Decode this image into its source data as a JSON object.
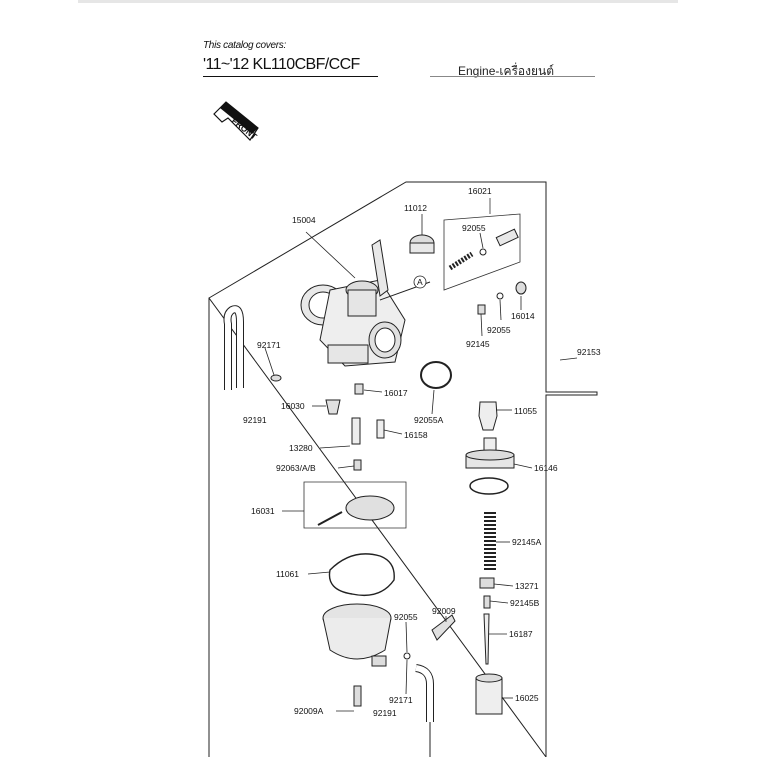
{
  "header": {
    "covers": "This catalog covers:",
    "model": "'11~'12 KL110CBF/CCF",
    "section": "Engine-เครื่องยนต์"
  },
  "front_badge": "FRONT",
  "callout_mark": "A",
  "parts": {
    "p15004": "15004",
    "p11012": "11012",
    "p16021": "16021",
    "p92055_top": "92055",
    "p16014": "16014",
    "p92055_mid": "92055",
    "p92145": "92145",
    "p92153": "92153",
    "p92171_left": "92171",
    "p92191_left": "92191",
    "p16017": "16017",
    "p16030": "16030",
    "p92055A": "92055A",
    "p11055": "11055",
    "p13280": "13280",
    "p16158": "16158",
    "p16146": "16146",
    "p92063": "92063/A/B",
    "p16031": "16031",
    "p92145A": "92145A",
    "p11061": "11061",
    "p13271": "13271",
    "p92145B": "92145B",
    "p92055_low": "92055",
    "p92009": "92009",
    "p16187": "16187",
    "p92171_low": "92171",
    "p92191_low": "92191",
    "p16025": "16025",
    "p92009A": "92009A"
  }
}
